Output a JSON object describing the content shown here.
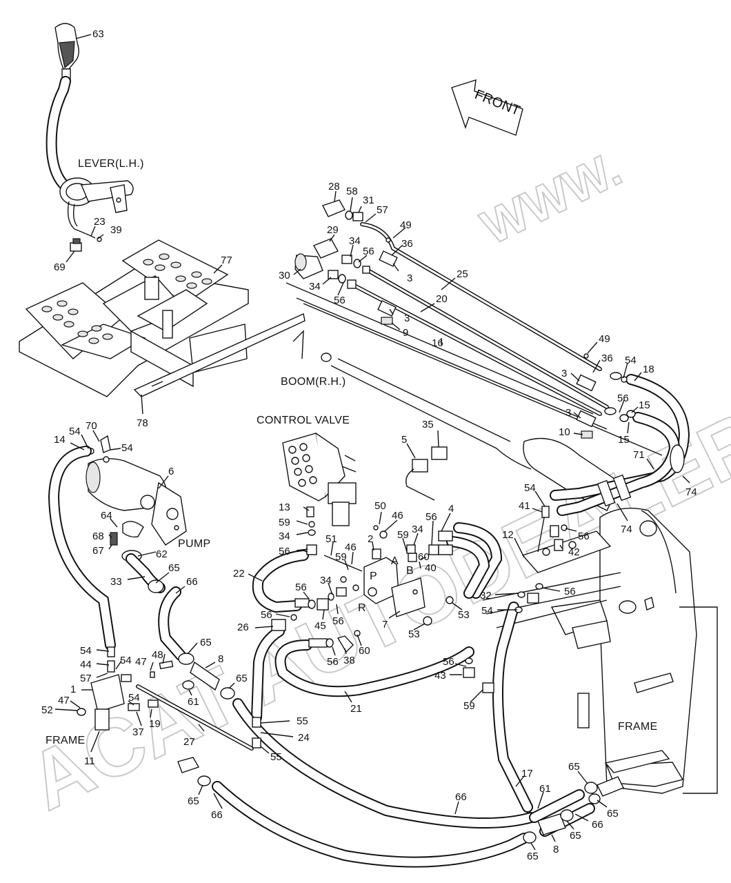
{
  "watermark": {
    "line1": "WWW.",
    "line2": "ACAT AUTODEALER.RU"
  },
  "tags": {
    "lever": "LEVER(L.H.)",
    "front": "FRONT",
    "boom": "BOOM(R.H.)",
    "control_valve": "CONTROL VALVE",
    "pump": "PUMP",
    "frame_left": "FRAME",
    "frame_right": "FRAME",
    "port_p": "P",
    "port_a": "A",
    "port_b": "B",
    "port_r": "R"
  },
  "callouts": {
    "n63": "63",
    "n23": "23",
    "n39": "39",
    "n69": "69",
    "n77": "77",
    "n78": "78",
    "n28": "28",
    "n58": "58",
    "n31": "31",
    "n57a": "57",
    "n49a": "49",
    "n36a": "36",
    "n29": "29",
    "n34a": "34",
    "n56a": "56",
    "n30": "30",
    "n34b": "34",
    "n56b": "56",
    "n3a": "3",
    "n25": "25",
    "n20": "20",
    "n3b": "3",
    "n9": "9",
    "n16": "16",
    "n49b": "49",
    "n36b": "36",
    "n54a": "54",
    "n18": "18",
    "n3c": "3",
    "n56c": "56",
    "n15a": "15",
    "n3d": "3",
    "n10": "10",
    "n15b": "15",
    "n71": "71",
    "n74a": "74",
    "n74b": "74",
    "n35": "35",
    "n5": "5",
    "n70": "70",
    "n54b": "54",
    "n14": "14",
    "n54c": "54",
    "n6": "6",
    "n64": "64",
    "n68": "68",
    "n67": "67",
    "n62": "62",
    "n13": "13",
    "n59a": "59",
    "n34c": "34",
    "n56d": "56",
    "n50": "50",
    "n46a": "46",
    "n34d": "34",
    "n59b": "59",
    "n56e": "56",
    "n4": "4",
    "n2": "2",
    "n51": "51",
    "n46b": "46",
    "n59c": "59",
    "n60a": "60",
    "n40": "40",
    "n12": "12",
    "n54d": "54",
    "n41": "41",
    "n56f": "56",
    "n42": "42",
    "n33": "33",
    "n65a": "65",
    "n66a": "66",
    "n22": "22",
    "n56g": "56",
    "n34e": "34",
    "n56h": "56",
    "n45": "45",
    "n56i": "56",
    "n7": "7",
    "n53a": "53",
    "n53b": "53",
    "n32": "32",
    "n56j": "56",
    "n54e": "54",
    "n26": "26",
    "n60b": "60",
    "n56k": "56",
    "n38": "38",
    "n54f": "54",
    "n44": "44",
    "n54g": "54",
    "n48": "48",
    "n47a": "47",
    "n65b": "65",
    "n8a": "8",
    "n57b": "57",
    "n1": "1",
    "n65c": "65",
    "n61a": "61",
    "n52": "52",
    "n47b": "47",
    "n54h": "54",
    "n37": "37",
    "n19": "19",
    "n11": "11",
    "n27": "27",
    "n55a": "55",
    "n24": "24",
    "n55b": "55",
    "n21": "21",
    "n56l": "56",
    "n43": "43",
    "n59d": "59",
    "n17": "17",
    "n61b": "61",
    "n65d": "65",
    "n65e": "65",
    "n66b": "66",
    "n66c": "66",
    "n65f": "65",
    "n66d": "66",
    "n8b": "8",
    "n65g": "65",
    "n65h": "65"
  }
}
